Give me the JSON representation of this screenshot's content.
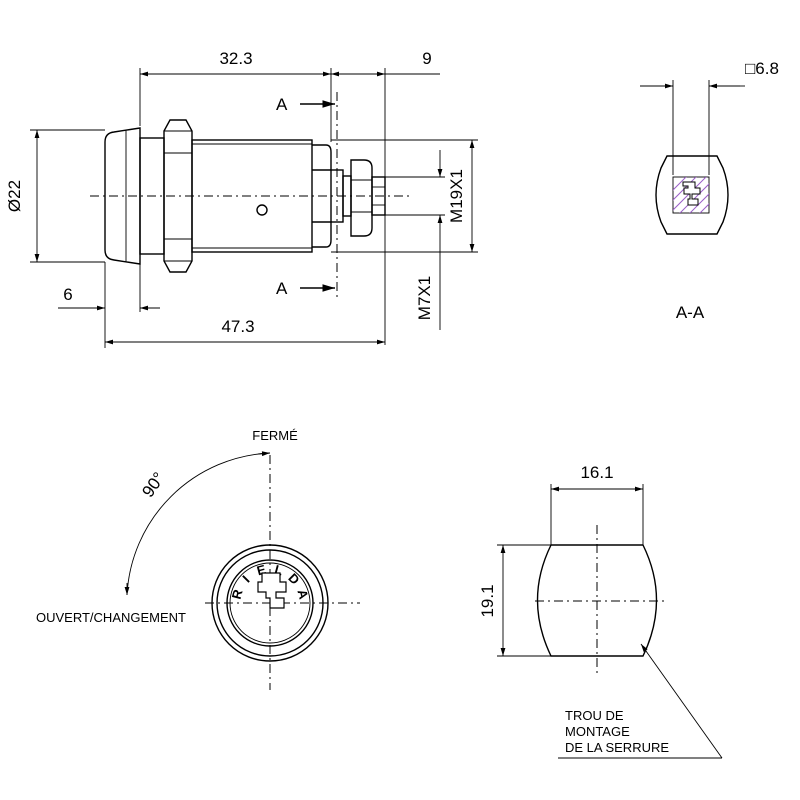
{
  "side_view": {
    "dim_length_top": "32.3",
    "dim_tail": "9",
    "dim_diameter": "Ø22",
    "dim_flange": "6",
    "dim_total": "47.3",
    "thread_main": "M19X1",
    "thread_tail": "M7X1",
    "section_mark_top": "A",
    "section_mark_bottom": "A"
  },
  "section_view": {
    "dim_square": "□6.8",
    "label": "A-A"
  },
  "front_view": {
    "angle": "90°",
    "closed_label": "FERMÉ",
    "open_label": "OUVERT/CHANGEMENT",
    "brand": "RIELDA",
    "brand_letters": [
      "R",
      "I",
      "E",
      "L",
      "D",
      "A"
    ]
  },
  "cutout_view": {
    "width": "16.1",
    "height": "19.1",
    "note_line1": "TROU DE",
    "note_line2": "MONTAGE",
    "note_line3": "DE LA SERRURE"
  },
  "colors": {
    "line": "#000000",
    "hatch": "#9b5fc8",
    "background": "#ffffff"
  }
}
